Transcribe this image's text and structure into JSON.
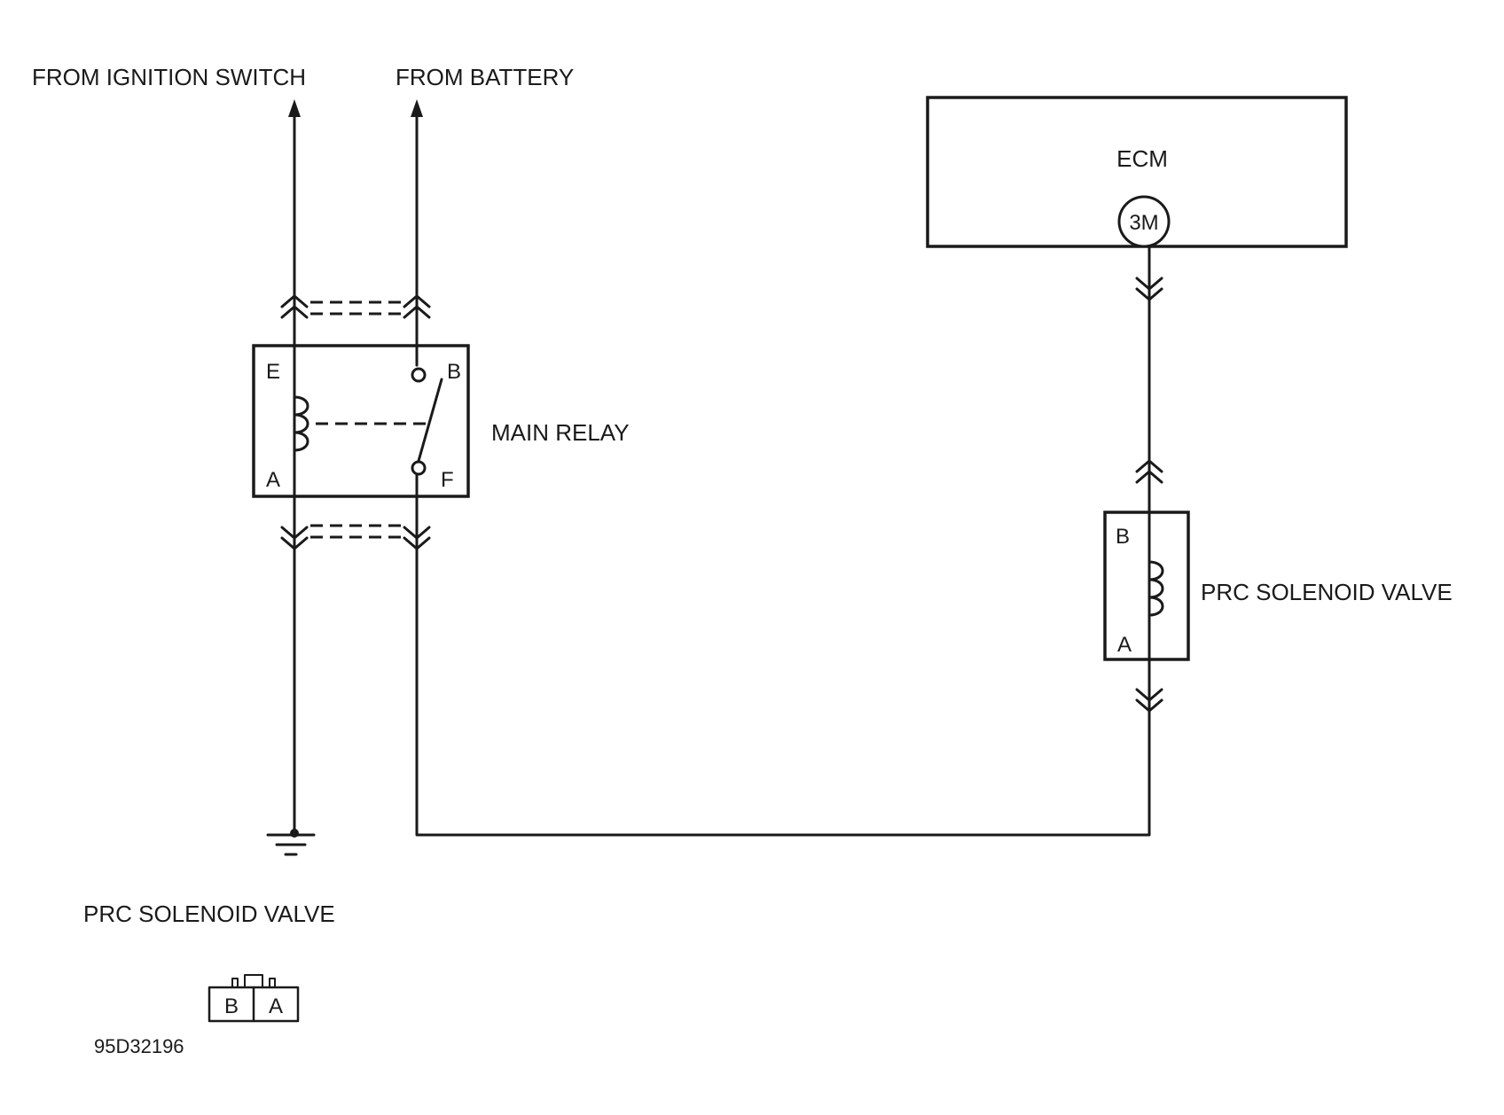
{
  "labels": {
    "from_ignition_switch": "FROM IGNITION SWITCH",
    "from_battery": "FROM BATTERY",
    "ecm": "ECM",
    "ecm_terminal": "3M",
    "main_relay": "MAIN RELAY",
    "prc_solenoid_valve": "PRC SOLENOID VALVE",
    "connector_title": "PRC SOLENOID VALVE",
    "figure_id": "95D32196"
  },
  "relay_pins": {
    "e": "E",
    "b": "B",
    "a": "A",
    "f": "F"
  },
  "solenoid_pins": {
    "b": "B",
    "a": "A"
  },
  "connector_pins": {
    "b": "B",
    "a": "A"
  }
}
